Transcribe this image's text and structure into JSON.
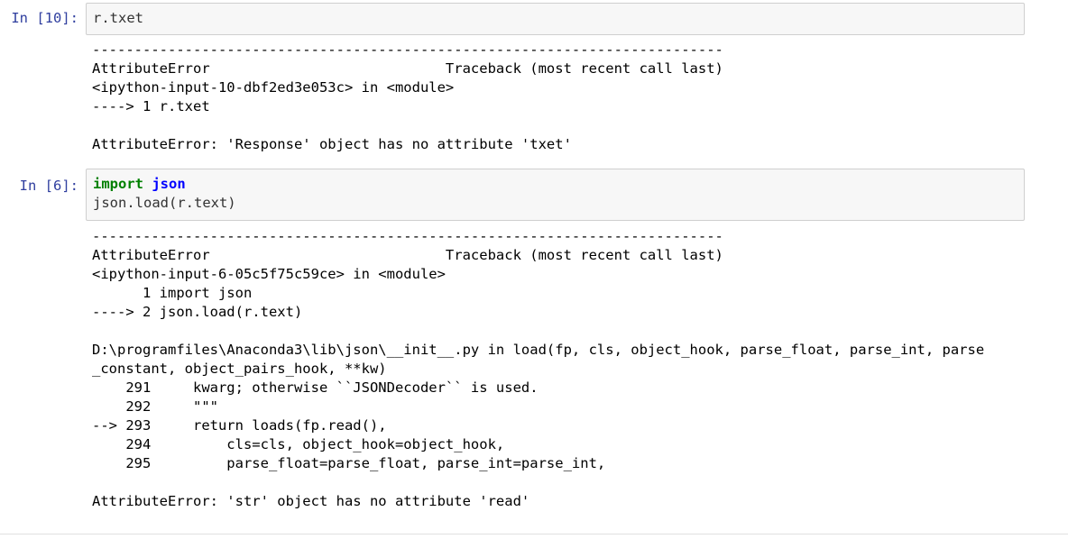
{
  "cells": [
    {
      "prompt": "In [10]:",
      "input": {
        "line1": "r.txet"
      },
      "output": [
        "---------------------------------------------------------------------------",
        "AttributeError                            Traceback (most recent call last)",
        "<ipython-input-10-dbf2ed3e053c> in <module>",
        "----> 1 r.txet",
        "",
        "AttributeError: 'Response' object has no attribute 'txet'"
      ]
    },
    {
      "prompt": "In [6]:",
      "input": {
        "kw": "import",
        "module": "json",
        "line2": "json.load(r.text)"
      },
      "output": [
        "---------------------------------------------------------------------------",
        "AttributeError                            Traceback (most recent call last)",
        "<ipython-input-6-05c5f75c59ce> in <module>",
        "      1 import json",
        "----> 2 json.load(r.text)",
        "",
        "D:\\programfiles\\Anaconda3\\lib\\json\\__init__.py in load(fp, cls, object_hook, parse_float, parse_int, parse",
        "_constant, object_pairs_hook, **kw)",
        "    291     kwarg; otherwise ``JSONDecoder`` is used.",
        "    292     \"\"\"",
        "--> 293     return loads(fp.read(),",
        "    294         cls=cls, object_hook=object_hook,",
        "    295         parse_float=parse_float, parse_int=parse_int,",
        "",
        "AttributeError: 'str' object has no attribute 'read'"
      ]
    }
  ]
}
